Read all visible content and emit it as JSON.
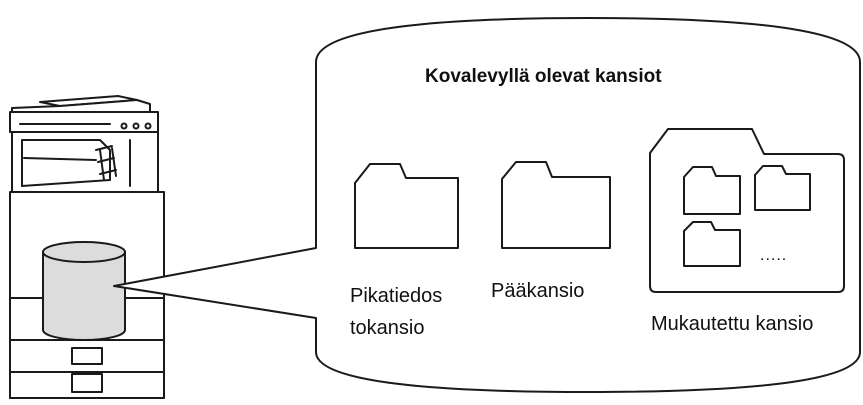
{
  "diagram": {
    "title": "Kovalevyllä olevat kansiot",
    "folders": {
      "quick": {
        "label_line1": "Pikatiedos",
        "label_line2": "tokansio"
      },
      "main": {
        "label": "Pääkansio"
      },
      "custom": {
        "label": "Mukautettu kansio",
        "more": "....."
      }
    }
  },
  "colors": {
    "stroke": "#1a1a1a",
    "disk_fill": "#dcdcdc",
    "machine_fill": "#ffffff"
  }
}
